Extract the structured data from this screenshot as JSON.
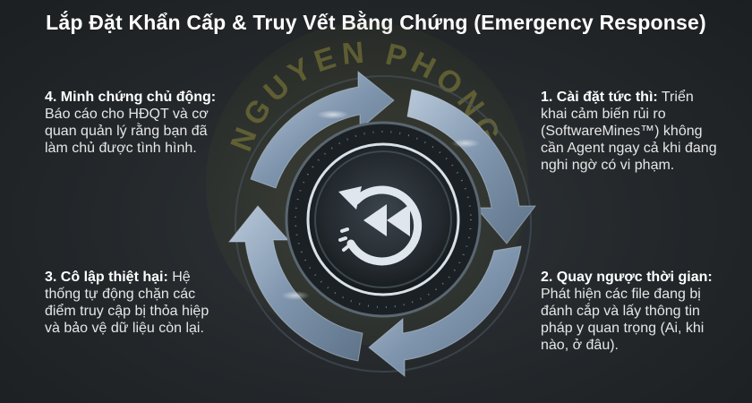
{
  "title": "Lắp Đặt Khẩn Cấp & Truy Vết Bằng Chứng (Emergency Response)",
  "watermark": "NGUYEN PHONG",
  "colors": {
    "background": "#23272a",
    "arrow": "#8a9fb5",
    "ring_dark": "#2a3036",
    "icon": "#dfe6ee",
    "watermark": "#7d7a2a"
  },
  "center_icon": "rewind-icon",
  "steps": [
    {
      "id": "1",
      "head": "1. Cài đặt tức thì:",
      "body": " Triển khai cảm biến rủi ro (SoftwareMines™) không cần Agent ngay cả khi đang nghi ngờ có vi phạm."
    },
    {
      "id": "2",
      "head": "2. Quay ngược thời gian:",
      "body": " Phát hiện các file đang bị đánh cắp và lấy thông tin pháp y quan trọng (Ai, khi nào, ở đâu)."
    },
    {
      "id": "3",
      "head": "3. Cô lập thiệt hại:",
      "body": " Hệ thống tự động chặn các điểm truy cập bị thỏa hiệp và bảo vệ dữ liệu còn lại."
    },
    {
      "id": "4",
      "head": "4. Minh chứng chủ động:",
      "body": " Báo cáo cho HĐQT và cơ quan quản lý rằng bạn đã làm chủ được tình hình."
    }
  ]
}
